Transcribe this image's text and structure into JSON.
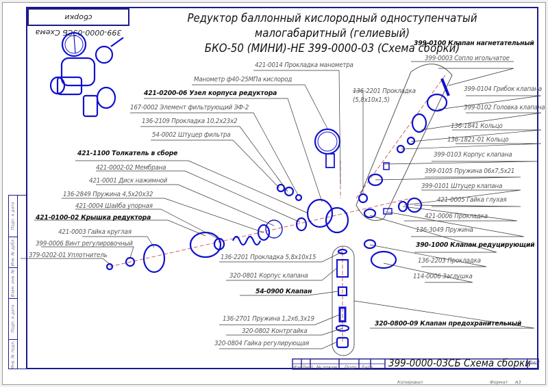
{
  "drawing": {
    "title_line1": "Редуктор баллонный кислородный одноступенчатый малогабаритный (гелиевый)",
    "title_line2": "БКО-50 (МИНИ)-НЕ 399-0000-03 (Схема сборки)",
    "stamp_rotated": "399-0000-03СБ Схема сборки",
    "colors": {
      "frame": "#1a1a8c",
      "parts": "#1010d0",
      "axis": "#c04040",
      "leader": "#333333"
    }
  },
  "labels": {
    "valve_inject": "399-0100 Клапан нагнетательный",
    "nozzle": "399-0003 Сопло игольчатое",
    "valve_mushroom": "399-0104 Грибок клапана",
    "valve_head": "399-0102 Головка клапана",
    "ring1": "136-1841 Кольцо",
    "ring2": "136-1821-01 Кольцо",
    "valve_body": "399-0103 Корпус клапана",
    "valve_spring": "399-0105 Пружина 06х7,5х21",
    "valve_fitting": "399-0101 Штуцер клапана",
    "blind_nut": "421-0005 Гайка глухая",
    "gasket_421": "421-0006 Прокладка",
    "spring_3049": "136-3049 Пружина",
    "reducing_valve": "390-1000 Клапан редуцирующий",
    "gasket_2203": "136-2203 Прокладка",
    "plug": "114-0006 Заглушка",
    "gauge_gasket": "421-0014 Прокладка манометра",
    "gauge": "Манометр ф40-25МПа кислород",
    "body_assy": "421-0200-06 Узел корпуса редуктора",
    "filter": "167-0002 Элемент фильтрующий ЭФ-2",
    "gasket_2109": "136-2109 Прокладка 10,2х23х2",
    "filter_fitting": "54-0002 Штуцер фильтра",
    "gasket_2201_top_1": "136-2201 Прокладка",
    "gasket_2201_top_2": "(5,8х10х1,5)",
    "pusher": "421-1100 Толкатель в сборе",
    "membrane": "421-0002-02 Мембрана",
    "disk": "421-0001 Диск нажимной",
    "spring_2849": "136-2849 Пружина 4,5х20х32",
    "washer": "421-0004 Шайба упорная",
    "cover": "421-0100-02 Крышка редуктора",
    "round_nut": "421-0003 Гайка круглая",
    "adj_screw": "399-0006 Винт регулировочный",
    "seal": "379-0202-01 Уплотнитель",
    "gasket_2201": "136-2201 Прокладка 5,8х10х15",
    "valve_body_320": "320-0801 Корпус клапана",
    "valve_54": "54-0900 Клапан",
    "spring_2701": "136-2701 Пружина 1,2х6,3х19",
    "locknut": "320-0802 Контргайка",
    "adj_nut": "320-0804 Гайка регулирующая",
    "safety_valve": "320-0800-09 Клапан предохранительный"
  },
  "titleblock": {
    "designation": "399-0000-03СБ Схема сборки",
    "col_izm": "Изм",
    "col_list": "Лист",
    "col_doc": "№ докум",
    "col_sign": "Подп",
    "col_date": "Дата",
    "sheet": "Лист",
    "copied": "Копировал",
    "format": "Формат",
    "format_value": "А3"
  },
  "side_stamp": [
    "Подп. и дата",
    "Инв. № дубл.",
    "Взам. инв. №",
    "Подп. и дата",
    "Инв. № подл."
  ]
}
